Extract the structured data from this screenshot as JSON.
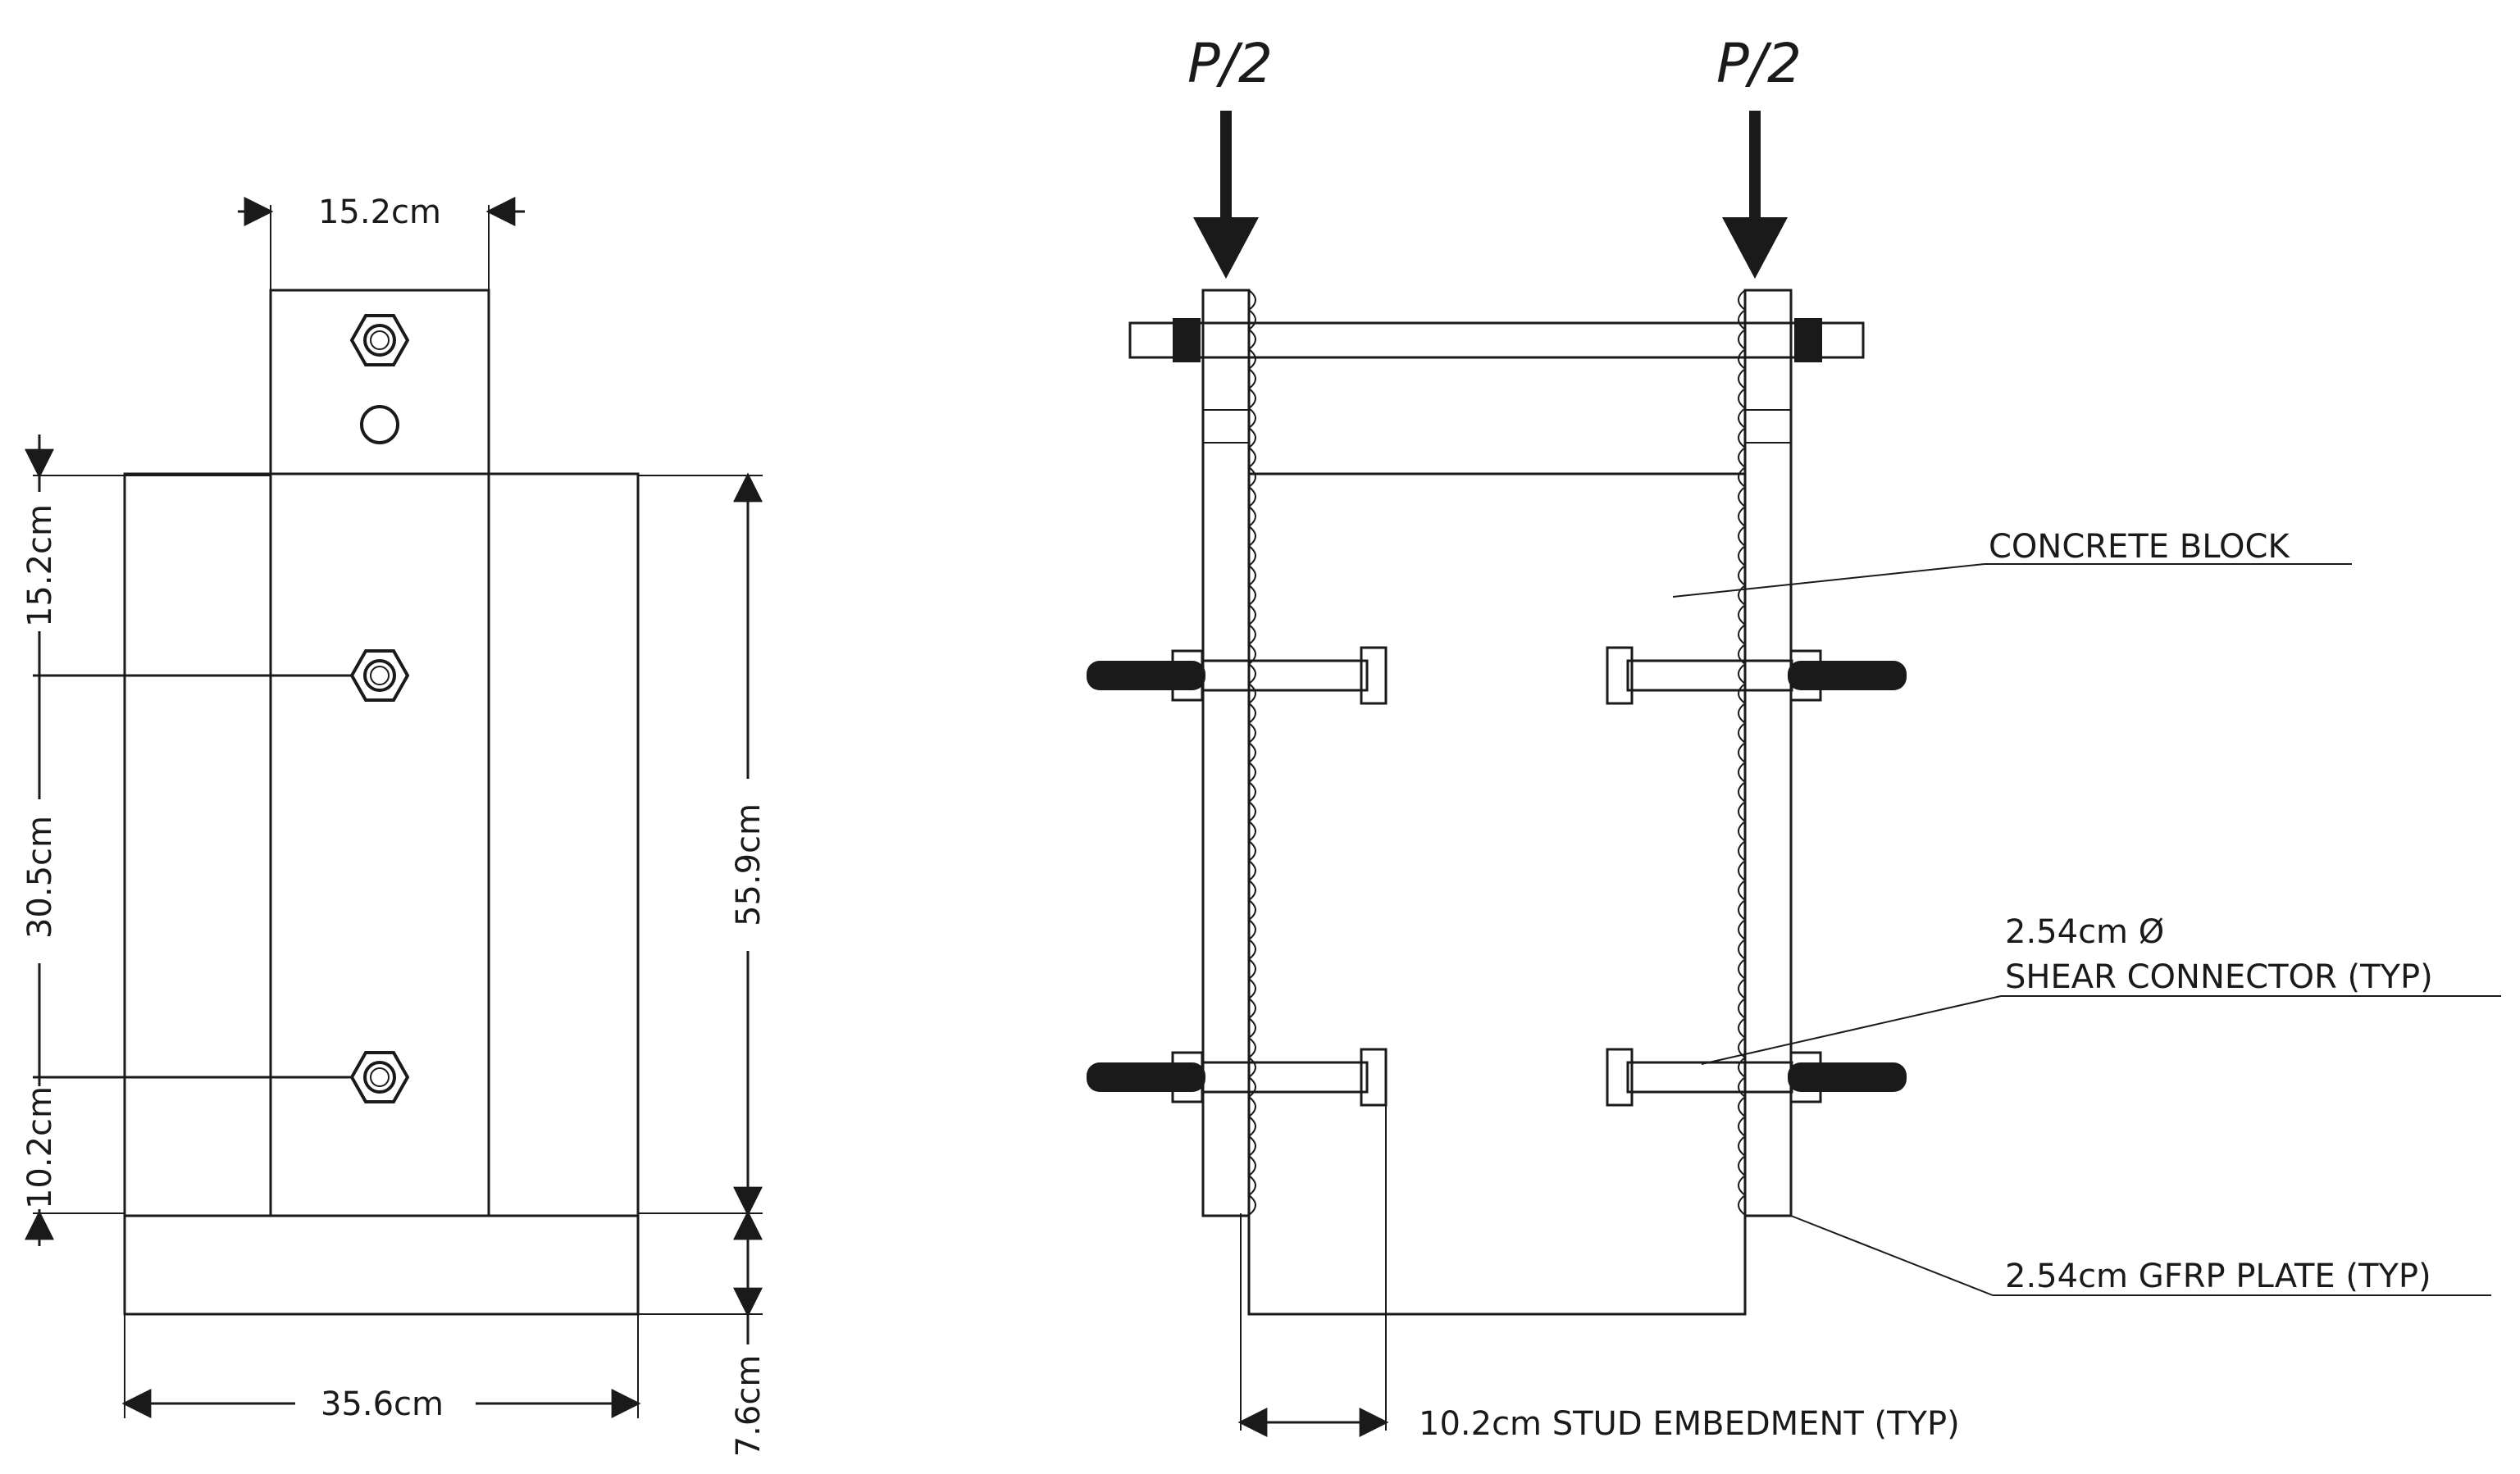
{
  "left_view": {
    "dim_top_width": "15.2cm",
    "dim_top_spacing": "15.2cm",
    "dim_middle_spacing": "30.5cm",
    "dim_bottom_spacing": "10.2cm",
    "dim_block_height": "55.9cm",
    "dim_base_height": "7.6cm",
    "dim_base_width": "35.6cm"
  },
  "right_view": {
    "load_left": "P/2",
    "load_right": "P/2",
    "label_concrete": "CONCRETE BLOCK",
    "label_connector_size": "2.54cm Ø",
    "label_connector": "SHEAR CONNECTOR (TYP)",
    "label_plate": "2.54cm GFRP PLATE (TYP)",
    "label_embedment": "10.2cm STUD EMBEDMENT (TYP)"
  },
  "colors": {
    "line": "#1a1a1a",
    "concrete_fill": "#f2f2f2",
    "speckle": "#b8b8b8",
    "stud": "#1a1a1a"
  }
}
